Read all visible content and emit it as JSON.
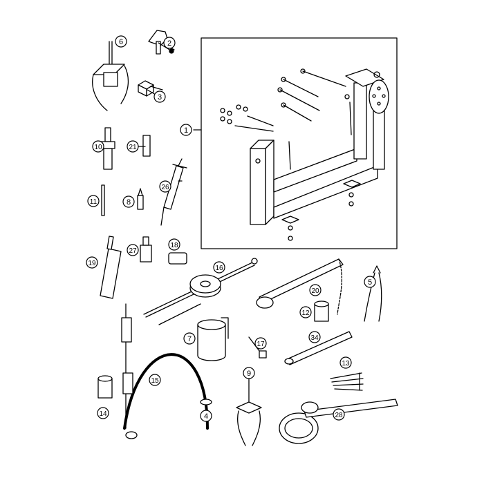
{
  "diagram": {
    "callouts": [
      {
        "id": "c1",
        "label": "1"
      },
      {
        "id": "c2",
        "label": "2"
      },
      {
        "id": "c3",
        "label": "3"
      },
      {
        "id": "c4",
        "label": "4"
      },
      {
        "id": "c5",
        "label": "5"
      },
      {
        "id": "c6",
        "label": "6"
      },
      {
        "id": "c7",
        "label": "7"
      },
      {
        "id": "c8",
        "label": "8"
      },
      {
        "id": "c9",
        "label": "9"
      },
      {
        "id": "c10",
        "label": "10"
      },
      {
        "id": "c11",
        "label": "11"
      },
      {
        "id": "c12",
        "label": "12"
      },
      {
        "id": "c13",
        "label": "13"
      },
      {
        "id": "c14",
        "label": "14"
      },
      {
        "id": "c15",
        "label": "15"
      },
      {
        "id": "c16",
        "label": "16"
      },
      {
        "id": "c17",
        "label": "17"
      },
      {
        "id": "c18",
        "label": "18"
      },
      {
        "id": "c19",
        "label": "19"
      },
      {
        "id": "c20",
        "label": "20"
      },
      {
        "id": "c21",
        "label": "21"
      },
      {
        "id": "c26",
        "label": "26"
      },
      {
        "id": "c27",
        "label": "27"
      },
      {
        "id": "c28",
        "label": "28"
      },
      {
        "id": "c34",
        "label": "34"
      }
    ]
  }
}
